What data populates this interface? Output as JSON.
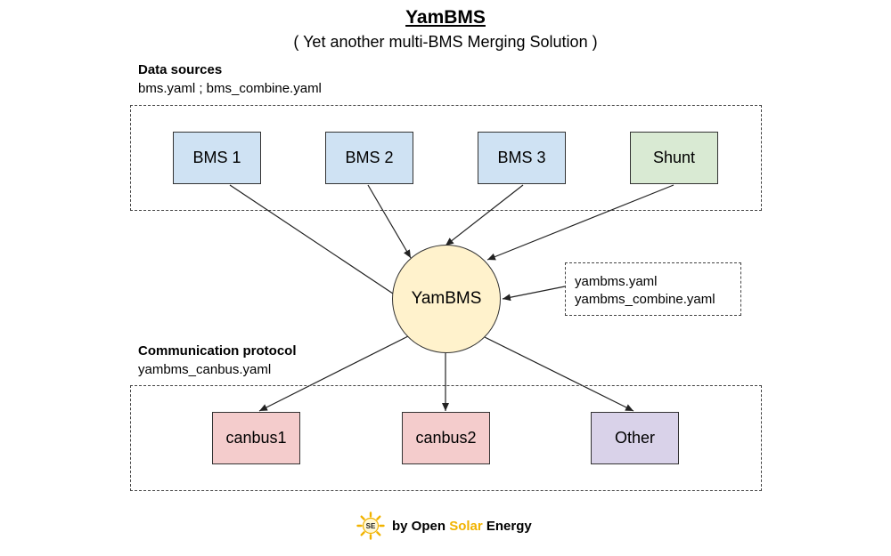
{
  "header": {
    "title": "YamBMS",
    "subtitle": "( Yet another multi-BMS Merging Solution )"
  },
  "data_sources": {
    "label": "Data sources",
    "files": "bms.yaml ; bms_combine.yaml",
    "nodes": [
      "BMS 1",
      "BMS 2",
      "BMS 3",
      "Shunt"
    ]
  },
  "center": {
    "label": "YamBMS",
    "config_files": [
      "yambms.yaml",
      "yambms_combine.yaml"
    ]
  },
  "protocol": {
    "label": "Communication protocol",
    "files": "yambms_canbus.yaml",
    "nodes": [
      "canbus1",
      "canbus2",
      "Other"
    ]
  },
  "footer": {
    "logo_text": "SE",
    "prefix": "by Open ",
    "accent_word": "Solar",
    "suffix": " Energy"
  },
  "colors": {
    "bms_fill": "#cfe2f3",
    "shunt_fill": "#d9ead3",
    "canbus_fill": "#f4cccc",
    "other_fill": "#d9d2e9",
    "center_fill": "#fff2cc",
    "accent": "#f1b300"
  }
}
